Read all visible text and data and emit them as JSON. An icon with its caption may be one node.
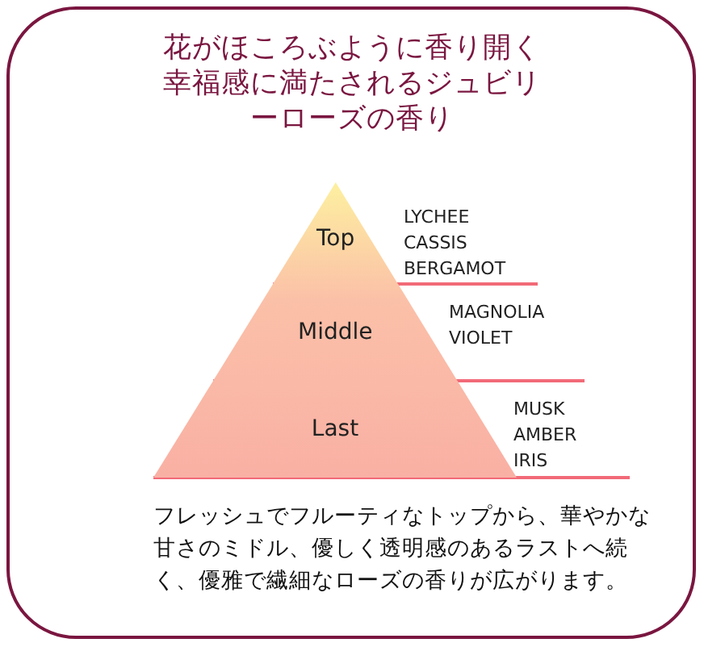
{
  "diagram": {
    "title": "花がほころぶように香り開く幸福感に満たされるジュビリーローズの香り",
    "nodes": [
      {
        "text": [
          "Top"
        ],
        "beside": [
          "LYCHEE",
          "CASSIS",
          "BERGAMOT"
        ]
      },
      {
        "text": [
          "Middle"
        ],
        "beside": [
          "MAGNOLIA",
          "VIOLET"
        ]
      },
      {
        "text": [
          "Last"
        ],
        "beside": [
          "MUSK",
          "AMBER",
          "IRIS"
        ]
      }
    ],
    "edges": [],
    "caption": "フレッシュでフルーティなトップから、華やかな甘さのミドル、優しく透明感のあるラストへ続く、優雅で繊細なローズの香りが広がります。"
  }
}
